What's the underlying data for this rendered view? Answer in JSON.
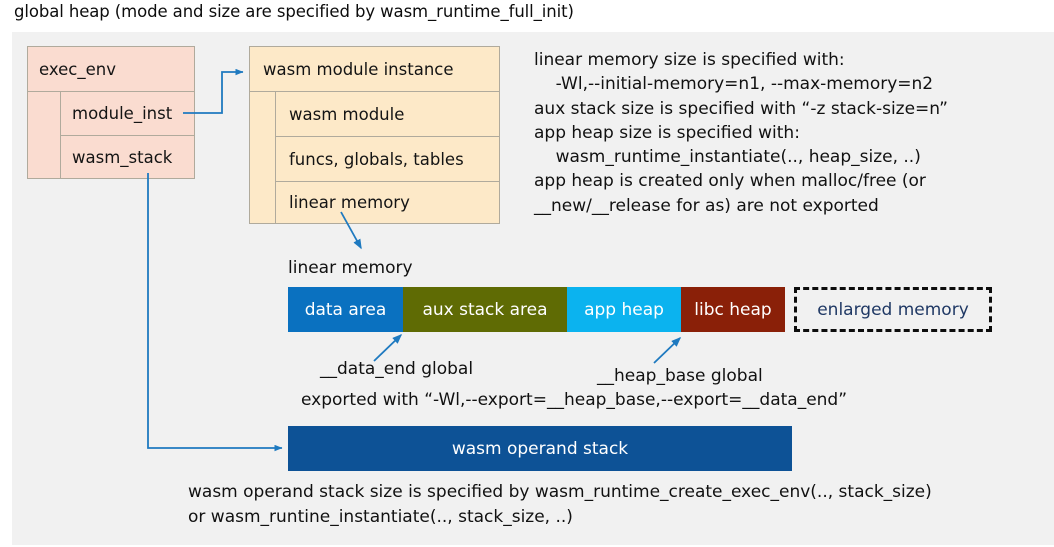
{
  "title": "global heap (mode and size are specified by wasm_runtime_full_init)",
  "colors": {
    "panel_bg": "#f1f1f1",
    "exec_env_fill": "#fadcd0",
    "module_inst_fill": "#fde9c8",
    "box_border": "#b0aa9c",
    "connector": "#1f7ac0",
    "data_area": "#0a71c0",
    "aux_stack_area": "#5f6b04",
    "app_heap": "#0bb3ef",
    "libc_heap": "#8a2008",
    "enlarged_memory_text": "#1f3864",
    "operand_stack": "#0d5296"
  },
  "exec_env": {
    "header": "exec_env",
    "rows": [
      {
        "label": "module_inst"
      },
      {
        "label": "wasm_stack"
      }
    ]
  },
  "module_instance": {
    "header": "wasm module instance",
    "rows": [
      {
        "label": "wasm module"
      },
      {
        "label": "funcs, globals, tables"
      },
      {
        "label": "linear memory"
      }
    ]
  },
  "notes": {
    "text": "linear memory size is specified with:\n    -Wl,--initial-memory=n1, --max-memory=n2\naux stack size is specified with “-z stack-size=n”\napp heap size is specified with:\n    wasm_runtime_instantiate(.., heap_size, ..)\napp heap is created only when malloc/free (or\n__new/__release for as) are not exported"
  },
  "linear_memory": {
    "label": "linear memory",
    "segments": [
      {
        "name": "data area",
        "label": "data area",
        "color": "#0a71c0",
        "width": 115
      },
      {
        "name": "aux stack area",
        "label": "aux stack area",
        "color": "#5f6b04",
        "width": 164
      },
      {
        "name": "app heap",
        "label": "app heap",
        "color": "#0bb3ef",
        "width": 114
      },
      {
        "name": "libc heap",
        "label": "libc heap",
        "color": "#8a2008",
        "width": 104
      },
      {
        "name": "enlarged memory",
        "label": "enlarged memory",
        "color": "#f1f1f1",
        "width": 198
      }
    ]
  },
  "annotations": {
    "data_end": "__data_end global",
    "heap_base": "__heap_base global",
    "exported_with": "exported with “-Wl,--export=__heap_base,--export=__data_end”"
  },
  "operand_stack": {
    "label": "wasm operand stack",
    "caption": "wasm operand stack size is specified by wasm_runtime_create_exec_env(.., stack_size)\nor wasm_runtine_instantiate(.., stack_size, ..)"
  }
}
